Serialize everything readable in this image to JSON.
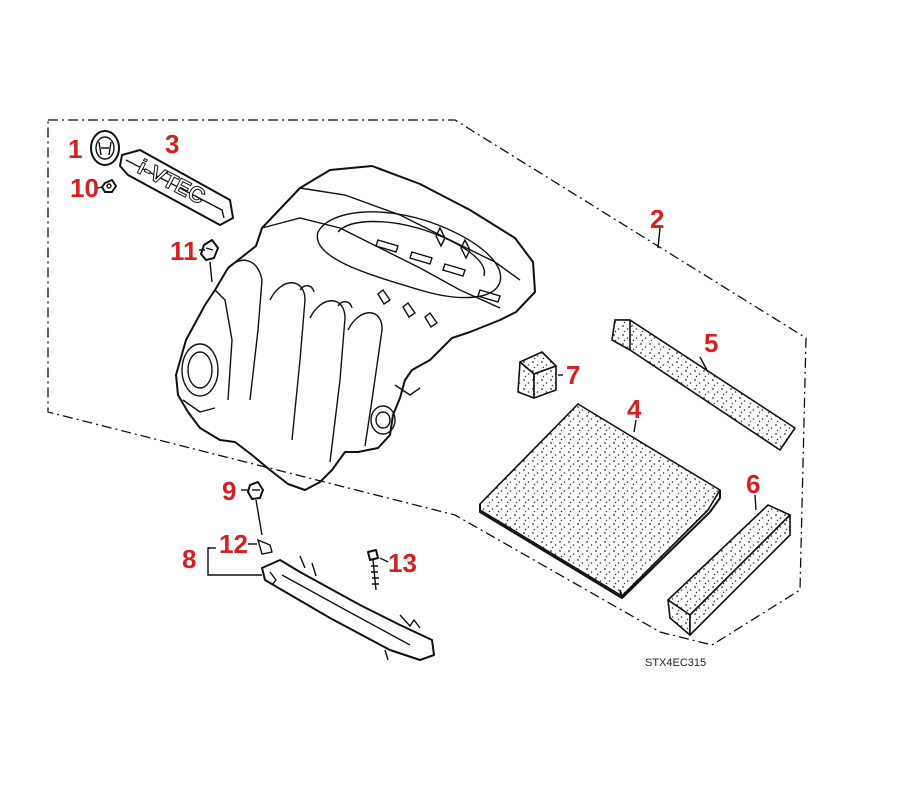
{
  "diagram": {
    "callouts": [
      {
        "id": "c1",
        "label": "1"
      },
      {
        "id": "c2",
        "label": "2"
      },
      {
        "id": "c3",
        "label": "3"
      },
      {
        "id": "c4",
        "label": "4"
      },
      {
        "id": "c5",
        "label": "5"
      },
      {
        "id": "c6",
        "label": "6"
      },
      {
        "id": "c7",
        "label": "7"
      },
      {
        "id": "c8",
        "label": "8"
      },
      {
        "id": "c9",
        "label": "9"
      },
      {
        "id": "c10",
        "label": "10"
      },
      {
        "id": "c11",
        "label": "11"
      },
      {
        "id": "c12",
        "label": "12"
      },
      {
        "id": "c13",
        "label": "13"
      }
    ],
    "drawing_code": "STX4EC315",
    "emblem_lettering": "i-VTEC",
    "colors": {
      "callout": "#d42020",
      "line": "#111111",
      "background": "#ffffff"
    }
  }
}
